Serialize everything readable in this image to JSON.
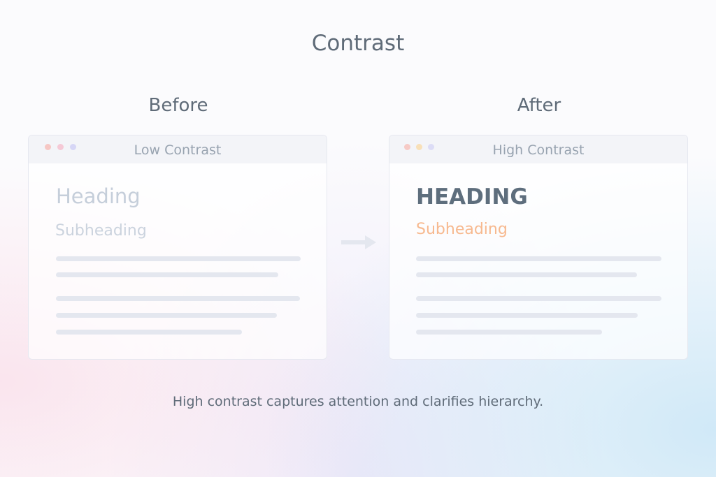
{
  "title": "Contrast",
  "before": {
    "label": "Before",
    "window_title": "Low Contrast",
    "heading": "Heading",
    "subheading": "Subheading"
  },
  "after": {
    "label": "After",
    "window_title": "High Contrast",
    "heading": "HEADING",
    "subheading": "Subheading"
  },
  "caption": "High contrast captures attention and clarifies hierarchy.",
  "colors": {
    "text": "#5f6b78",
    "low_heading": "#c5ceda",
    "high_heading": "#5e6e7d",
    "high_subheading": "#f7b98f"
  },
  "icons": [
    "window-dots-icon",
    "arrow-right-icon"
  ]
}
